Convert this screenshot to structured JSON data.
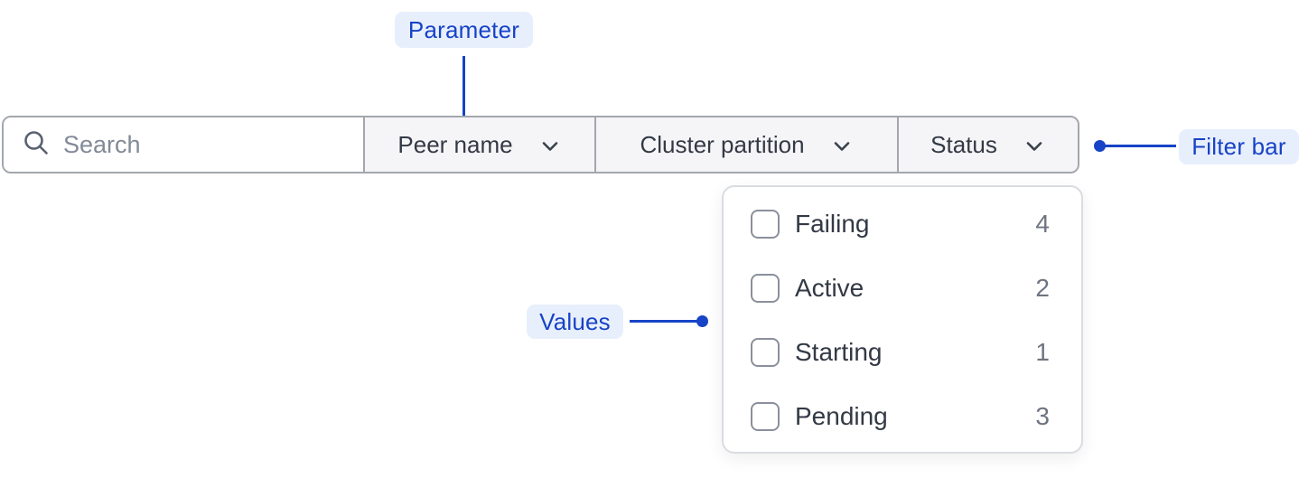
{
  "annotations": {
    "parameter": {
      "label": "Parameter"
    },
    "filter_bar": {
      "label": "Filter bar"
    },
    "values": {
      "label": "Values"
    }
  },
  "filter_bar": {
    "search": {
      "placeholder": "Search",
      "value": "",
      "icon": "search-icon"
    },
    "dropdowns": [
      {
        "label": "Peer name",
        "icon": "chevron-down-icon",
        "open": false
      },
      {
        "label": "Cluster partition",
        "icon": "chevron-down-icon",
        "open": false
      },
      {
        "label": "Status",
        "icon": "chevron-down-icon",
        "open": true
      }
    ]
  },
  "status_dropdown": {
    "options": [
      {
        "label": "Failing",
        "count": 4,
        "checked": false
      },
      {
        "label": "Active",
        "count": 2,
        "checked": false
      },
      {
        "label": "Starting",
        "count": 1,
        "checked": false
      },
      {
        "label": "Pending",
        "count": 3,
        "checked": false
      }
    ]
  },
  "colors": {
    "accent": "#1743c7",
    "badge_bg": "#e8effc",
    "bar_border": "#a3a7ad",
    "section_bg": "#f5f5f7",
    "text_dark": "#333945",
    "text_muted": "#828a98",
    "panel_border": "#d9dce1",
    "checkbox_border": "#8a909c",
    "count_gray": "#6e7580"
  }
}
